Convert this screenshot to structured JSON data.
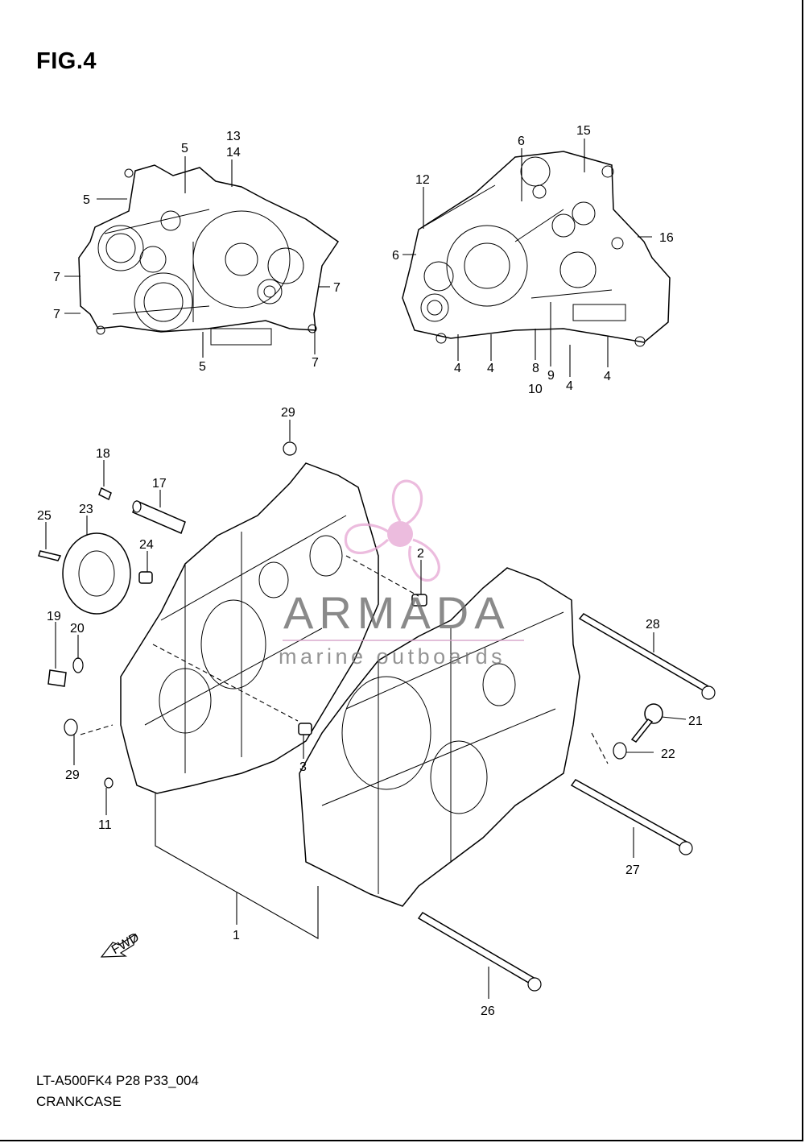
{
  "figure": {
    "title": "FIG.4"
  },
  "footer": {
    "model_code": "LT-A500FK4 P28 P33_004",
    "caption": "CRANKCASE"
  },
  "watermark": {
    "brand": "ARMADA",
    "tagline": "marine outboards",
    "accent_color": "#e6a6d3"
  },
  "direction_tag": "FWD",
  "callouts": {
    "c1": "1",
    "c2": "2",
    "c3": "3",
    "c4a": "4",
    "c4b": "4",
    "c4c": "4",
    "c4d": "4",
    "c5a": "5",
    "c5b": "5",
    "c5c": "5",
    "c6a": "6",
    "c6b": "6",
    "c7a": "7",
    "c7b": "7",
    "c7c": "7",
    "c7d": "7",
    "c8": "8",
    "c9": "9",
    "c10": "10",
    "c11": "11",
    "c12": "12",
    "c13": "13",
    "c14": "14",
    "c15": "15",
    "c16": "16",
    "c17": "17",
    "c18": "18",
    "c19": "19",
    "c20": "20",
    "c21": "21",
    "c22": "22",
    "c23": "23",
    "c24": "24",
    "c25": "25",
    "c26": "26",
    "c27": "27",
    "c28": "28",
    "c29a": "29",
    "c29b": "29"
  }
}
